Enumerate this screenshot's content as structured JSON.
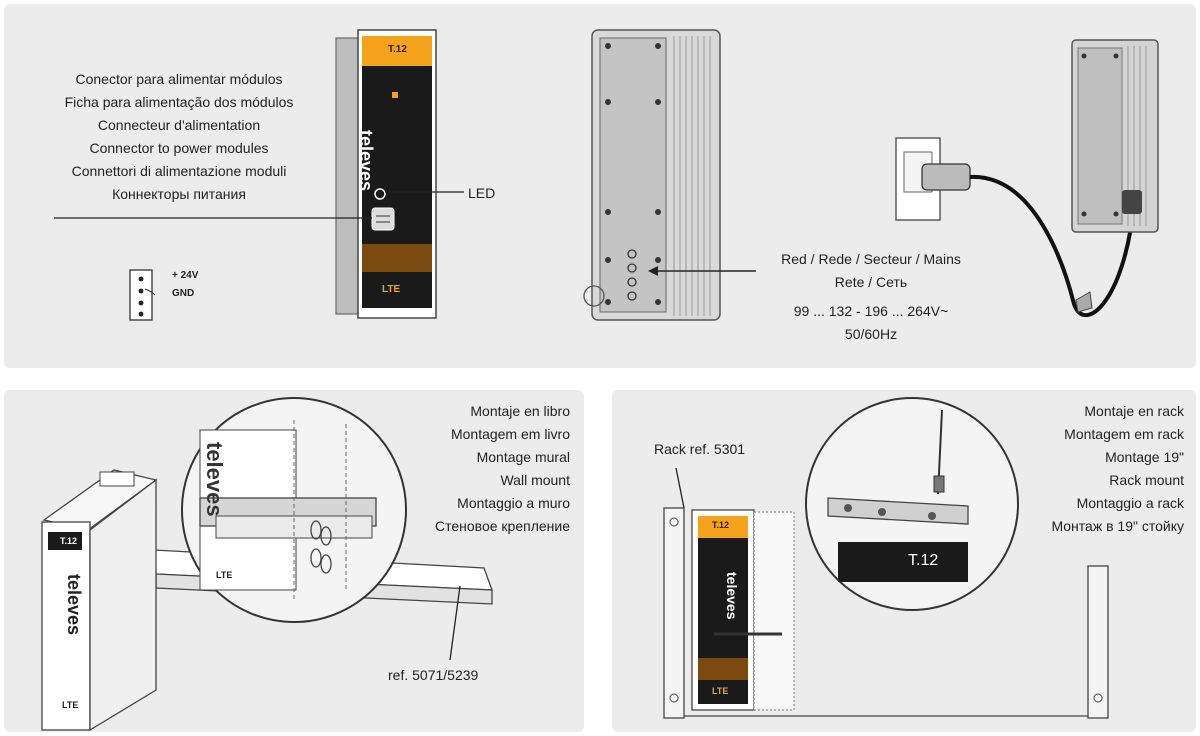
{
  "power_connector": {
    "lines": [
      "Conector para alimentar módulos",
      "Ficha para alimentação dos módulos",
      "Connecteur d'alimentation",
      "Connector to power modules",
      "Connettori di alimentazione moduli",
      "Коннекторы питания"
    ],
    "pin_24v": "+ 24V",
    "pin_gnd": "GND"
  },
  "led_label": "LED",
  "module": {
    "brand": "televes",
    "model": "T.12",
    "lte": "LTE"
  },
  "mains": {
    "line1": "Red / Rede / Secteur / Mains",
    "line2": "Rete / Сеть",
    "voltage": "99 ... 132 - 196 ... 264V~",
    "freq": "50/60Hz"
  },
  "wall_mount": {
    "lines": [
      "Montaje en libro",
      "Montagem em livro",
      "Montage mural",
      "Wall mount",
      "Montaggio a muro",
      "Стеновое крепление"
    ],
    "ref": "ref. 5071/5239"
  },
  "rack_mount": {
    "lines": [
      "Montaje en rack",
      "Montagem em rack",
      "Montage 19\"",
      "Rack mount",
      "Montaggio a rack",
      "Монтаж в 19\" стойку"
    ],
    "rack_ref": "Rack ref. 5301"
  },
  "colors": {
    "accent_orange": "#f5a31c",
    "module_black": "#1a1a1a",
    "panel_gray": "#ececec"
  }
}
